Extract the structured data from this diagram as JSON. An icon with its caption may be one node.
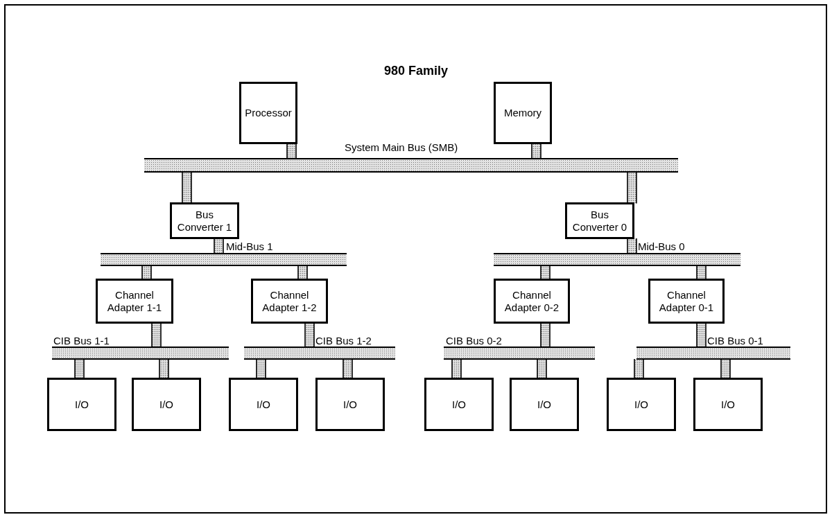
{
  "diagram": {
    "title": "980 Family",
    "nodes": [
      {
        "text": [
          "Processor"
        ]
      },
      {
        "text": [
          "Memory"
        ]
      },
      {
        "text": [],
        "shape": "bar",
        "beside": [
          "System Main Bus (SMB)"
        ]
      },
      {
        "text": [
          "Bus Converter 1"
        ]
      },
      {
        "text": [
          "Bus Converter 0"
        ]
      },
      {
        "text": [],
        "shape": "bar",
        "beside": [
          "Mid-Bus 1"
        ]
      },
      {
        "text": [],
        "shape": "bar",
        "beside": [
          "Mid-Bus 0"
        ]
      },
      {
        "text": [
          "Channel Adapter 1-1"
        ]
      },
      {
        "text": [
          "Channel Adapter 1-2"
        ]
      },
      {
        "text": [
          "Channel Adapter 0-2"
        ]
      },
      {
        "text": [
          "Channel Adapter 0-1"
        ]
      },
      {
        "text": [],
        "shape": "bar",
        "beside": [
          "CIB Bus 1-1"
        ]
      },
      {
        "text": [],
        "shape": "bar",
        "beside": [
          "CIB Bus 1-2"
        ]
      },
      {
        "text": [],
        "shape": "bar",
        "beside": [
          "CIB Bus 0-2"
        ]
      },
      {
        "text": [],
        "shape": "bar",
        "beside": [
          "CIB Bus 0-1"
        ]
      },
      {
        "text": [
          "I/O"
        ]
      },
      {
        "text": [
          "I/O"
        ]
      },
      {
        "text": [
          "I/O"
        ]
      },
      {
        "text": [
          "I/O"
        ]
      },
      {
        "text": [
          "I/O"
        ]
      },
      {
        "text": [
          "I/O"
        ]
      },
      {
        "text": [
          "I/O"
        ]
      },
      {
        "text": [
          "I/O"
        ]
      }
    ],
    "edges": [
      {
        "from": 0,
        "to": 2,
        "arrow": "none"
      },
      {
        "from": 1,
        "to": 2,
        "arrow": "none"
      },
      {
        "from": 2,
        "to": 3,
        "arrow": "none"
      },
      {
        "from": 2,
        "to": 4,
        "arrow": "none"
      },
      {
        "from": 3,
        "to": 5,
        "arrow": "none"
      },
      {
        "from": 4,
        "to": 6,
        "arrow": "none"
      },
      {
        "from": 5,
        "to": 7,
        "arrow": "none"
      },
      {
        "from": 5,
        "to": 8,
        "arrow": "none"
      },
      {
        "from": 6,
        "to": 9,
        "arrow": "none"
      },
      {
        "from": 6,
        "to": 10,
        "arrow": "none"
      },
      {
        "from": 7,
        "to": 11,
        "arrow": "none"
      },
      {
        "from": 8,
        "to": 12,
        "arrow": "none"
      },
      {
        "from": 9,
        "to": 13,
        "arrow": "none"
      },
      {
        "from": 10,
        "to": 14,
        "arrow": "none"
      },
      {
        "from": 11,
        "to": 15,
        "arrow": "none"
      },
      {
        "from": 11,
        "to": 16,
        "arrow": "none"
      },
      {
        "from": 12,
        "to": 17,
        "arrow": "none"
      },
      {
        "from": 12,
        "to": 18,
        "arrow": "none"
      },
      {
        "from": 13,
        "to": 19,
        "arrow": "none"
      },
      {
        "from": 13,
        "to": 20,
        "arrow": "none"
      },
      {
        "from": 14,
        "to": 21,
        "arrow": "none"
      },
      {
        "from": 14,
        "to": 22,
        "arrow": "none"
      }
    ]
  }
}
